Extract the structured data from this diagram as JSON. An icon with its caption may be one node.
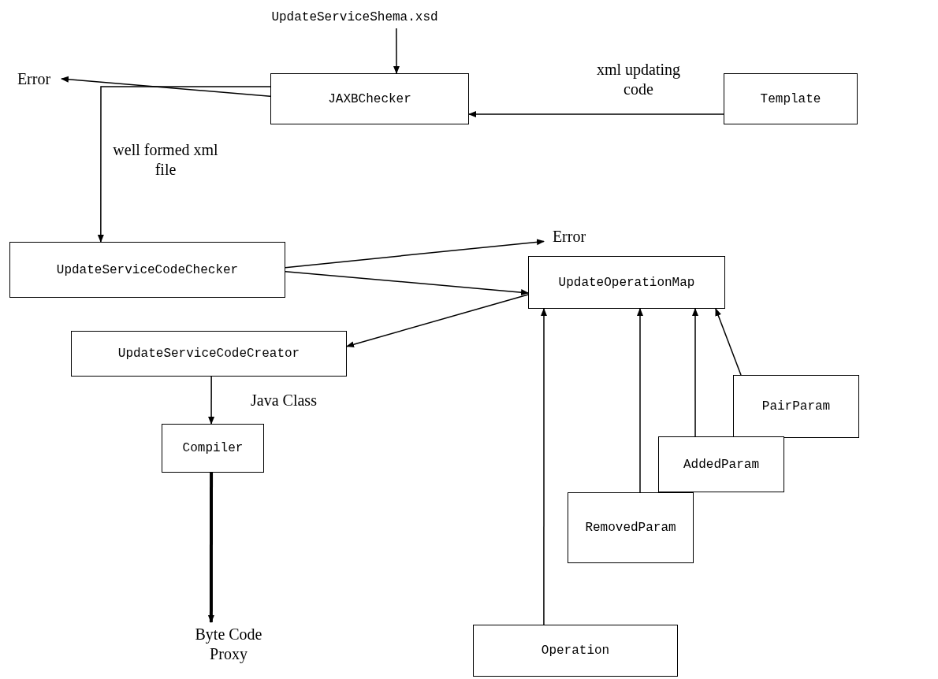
{
  "diagram": {
    "nodes": [
      {
        "text": [
          "UpdateServiceShema.xsd"
        ]
      },
      {
        "text": [
          "Error"
        ]
      },
      {
        "text": [
          "JAXBChecker"
        ]
      },
      {
        "text": [
          "Template"
        ]
      },
      {
        "text": [
          "UpdateServiceCodeChecker"
        ]
      },
      {
        "text": [
          "Error"
        ]
      },
      {
        "text": [
          "UpdateOperationMap"
        ]
      },
      {
        "text": [
          "UpdateServiceCodeCreator"
        ]
      },
      {
        "text": [
          "PairParam"
        ]
      },
      {
        "text": [
          "AddedParam"
        ]
      },
      {
        "text": [
          "RemovedParam"
        ]
      },
      {
        "text": [
          "Operation"
        ]
      },
      {
        "text": [
          "Compiler"
        ]
      },
      {
        "text": [
          "Byte Code Proxy"
        ]
      }
    ],
    "edges": [
      {
        "from": 0,
        "to": 2,
        "arrow": "to"
      },
      {
        "from": 2,
        "to": 1,
        "arrow": "to"
      },
      {
        "from": 3,
        "to": 2,
        "arrow": "to",
        "label": "xml updating code"
      },
      {
        "from": 2,
        "to": 4,
        "arrow": "to",
        "label": "well formed xml file"
      },
      {
        "from": 4,
        "to": 5,
        "arrow": "to"
      },
      {
        "from": 4,
        "to": 6,
        "arrow": "to"
      },
      {
        "from": 6,
        "to": 7,
        "arrow": "to"
      },
      {
        "from": 8,
        "to": 6,
        "arrow": "to"
      },
      {
        "from": 9,
        "to": 6,
        "arrow": "to"
      },
      {
        "from": 10,
        "to": 6,
        "arrow": "to"
      },
      {
        "from": 11,
        "to": 6,
        "arrow": "to"
      },
      {
        "from": 7,
        "to": 12,
        "arrow": "to",
        "label": "Java Class"
      },
      {
        "from": 12,
        "to": 13,
        "arrow": "to",
        "style": "thick"
      }
    ]
  }
}
